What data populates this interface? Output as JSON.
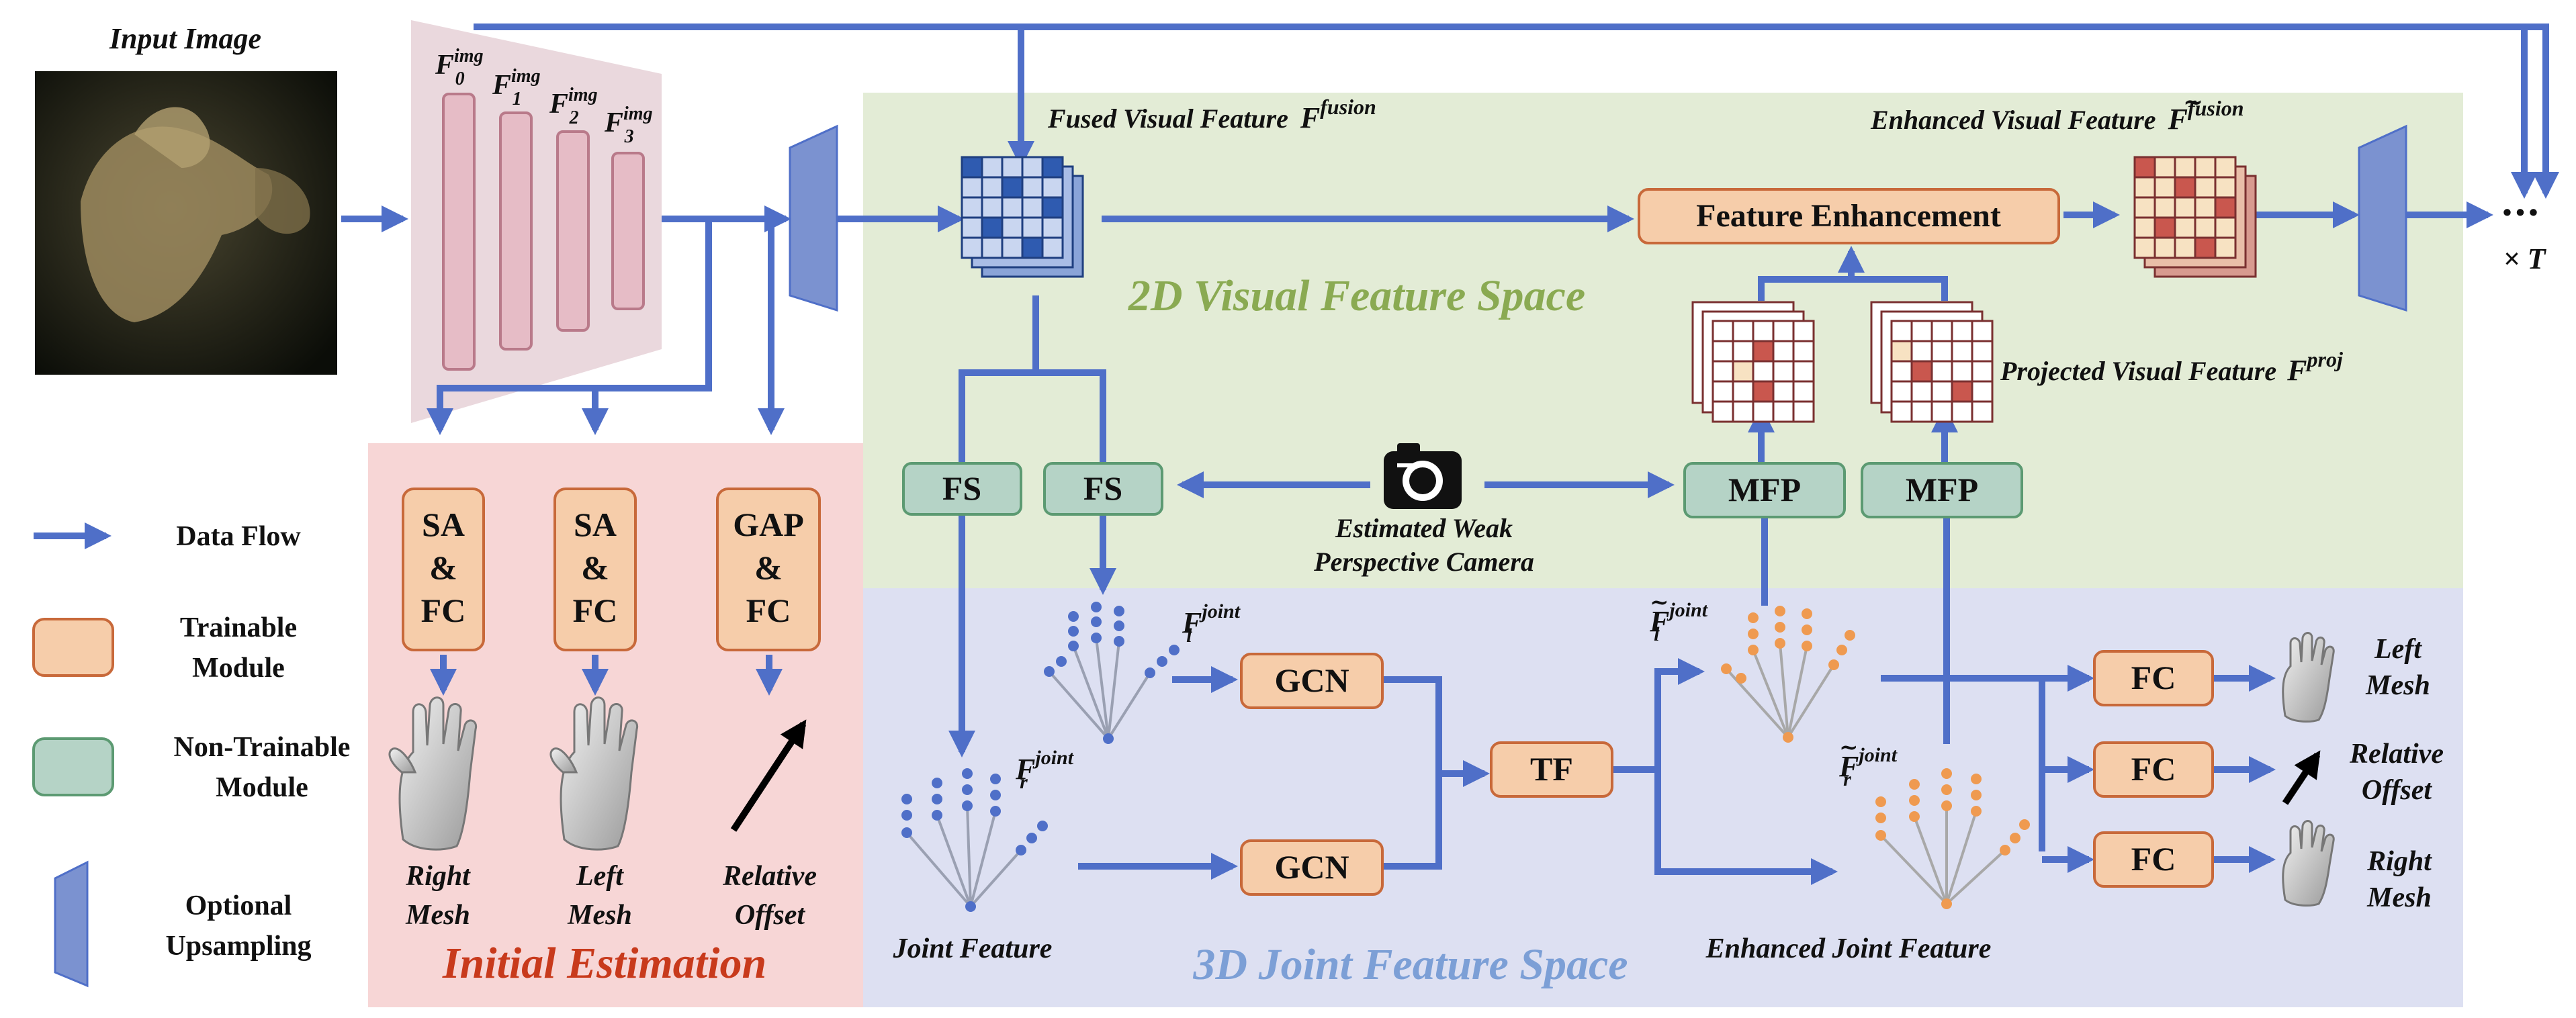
{
  "input_image_label": "Input Image",
  "backbone_features": [
    "F",
    "F",
    "F",
    "F"
  ],
  "backbone_feature_sup": "img",
  "backbone_feature_subs": [
    "0",
    "1",
    "2",
    "3"
  ],
  "fused_feature_label": "Fused Visual Feature",
  "fused_feature_symbol": "F",
  "fused_feature_sup": "fusion",
  "enhanced_feature_label": "Enhanced Visual Feature",
  "enhanced_feature_symbol": "F",
  "enhanced_feature_sup": "fusion",
  "feature_enhancement": "Feature Enhancement",
  "space_2d": "2D Visual Feature Space",
  "space_3d": "3D Joint Feature Space",
  "initial_estimation": "Initial Estimation",
  "projected_feature_label": "Projected Visual Feature",
  "projected_feature_symbol": "F",
  "projected_feature_sup": "proj",
  "fs": [
    "FS",
    "FS"
  ],
  "mfp": [
    "MFP",
    "MFP"
  ],
  "camera_label": [
    "Estimated Weak",
    "Perspective Camera"
  ],
  "init_modules": [
    {
      "lines": [
        "SA",
        "&",
        "FC"
      ]
    },
    {
      "lines": [
        "SA",
        "&",
        "FC"
      ]
    },
    {
      "lines": [
        "GAP",
        "&",
        "FC"
      ]
    }
  ],
  "init_outputs": [
    {
      "lines": [
        "Right",
        "Mesh"
      ]
    },
    {
      "lines": [
        "Left",
        "Mesh"
      ]
    },
    {
      "lines": [
        "Relative",
        "Offset"
      ]
    }
  ],
  "gcn": [
    "GCN",
    "GCN"
  ],
  "tf": "TF",
  "fc": [
    "FC",
    "FC",
    "FC"
  ],
  "joint_feature_label": "Joint Feature",
  "enhanced_joint_label": "Enhanced Joint  Feature",
  "joint_symbol": "F",
  "joint_sup": "joint",
  "joint_subs": [
    "l",
    "r"
  ],
  "final_outputs": [
    {
      "lines": [
        "Left",
        "Mesh"
      ]
    },
    {
      "lines": [
        "Relative",
        "Offset"
      ]
    },
    {
      "lines": [
        "Right",
        "Mesh"
      ]
    }
  ],
  "iterations": "× T",
  "ellipsis": "···",
  "legend": [
    {
      "kind": "arrow",
      "text": [
        "Data Flow"
      ]
    },
    {
      "kind": "trainable",
      "text": [
        "Trainable",
        "Module"
      ]
    },
    {
      "kind": "nontrainable",
      "text": [
        "Non-Trainable",
        "Module"
      ]
    },
    {
      "kind": "upsampling",
      "text": [
        "Optional",
        "Upsampling"
      ]
    }
  ],
  "colors": {
    "flow": "#4f6fc8",
    "trainable_fill": "#f6cdaa",
    "trainable_stroke": "#c8693a",
    "nontrainable_fill": "#b5d3c6",
    "nontrainable_stroke": "#5c9a72",
    "space_2d_bg": "#e3ecd6",
    "space_3d_bg": "#dde0f2",
    "initial_bg": "#f7d6d6",
    "space_2d_text": "#8aaa52",
    "space_3d_text": "#7c9fd6",
    "initial_text": "#c83a1c",
    "backbone_fill": "#ead8dd",
    "upsample_fill": "#7b92d0"
  }
}
